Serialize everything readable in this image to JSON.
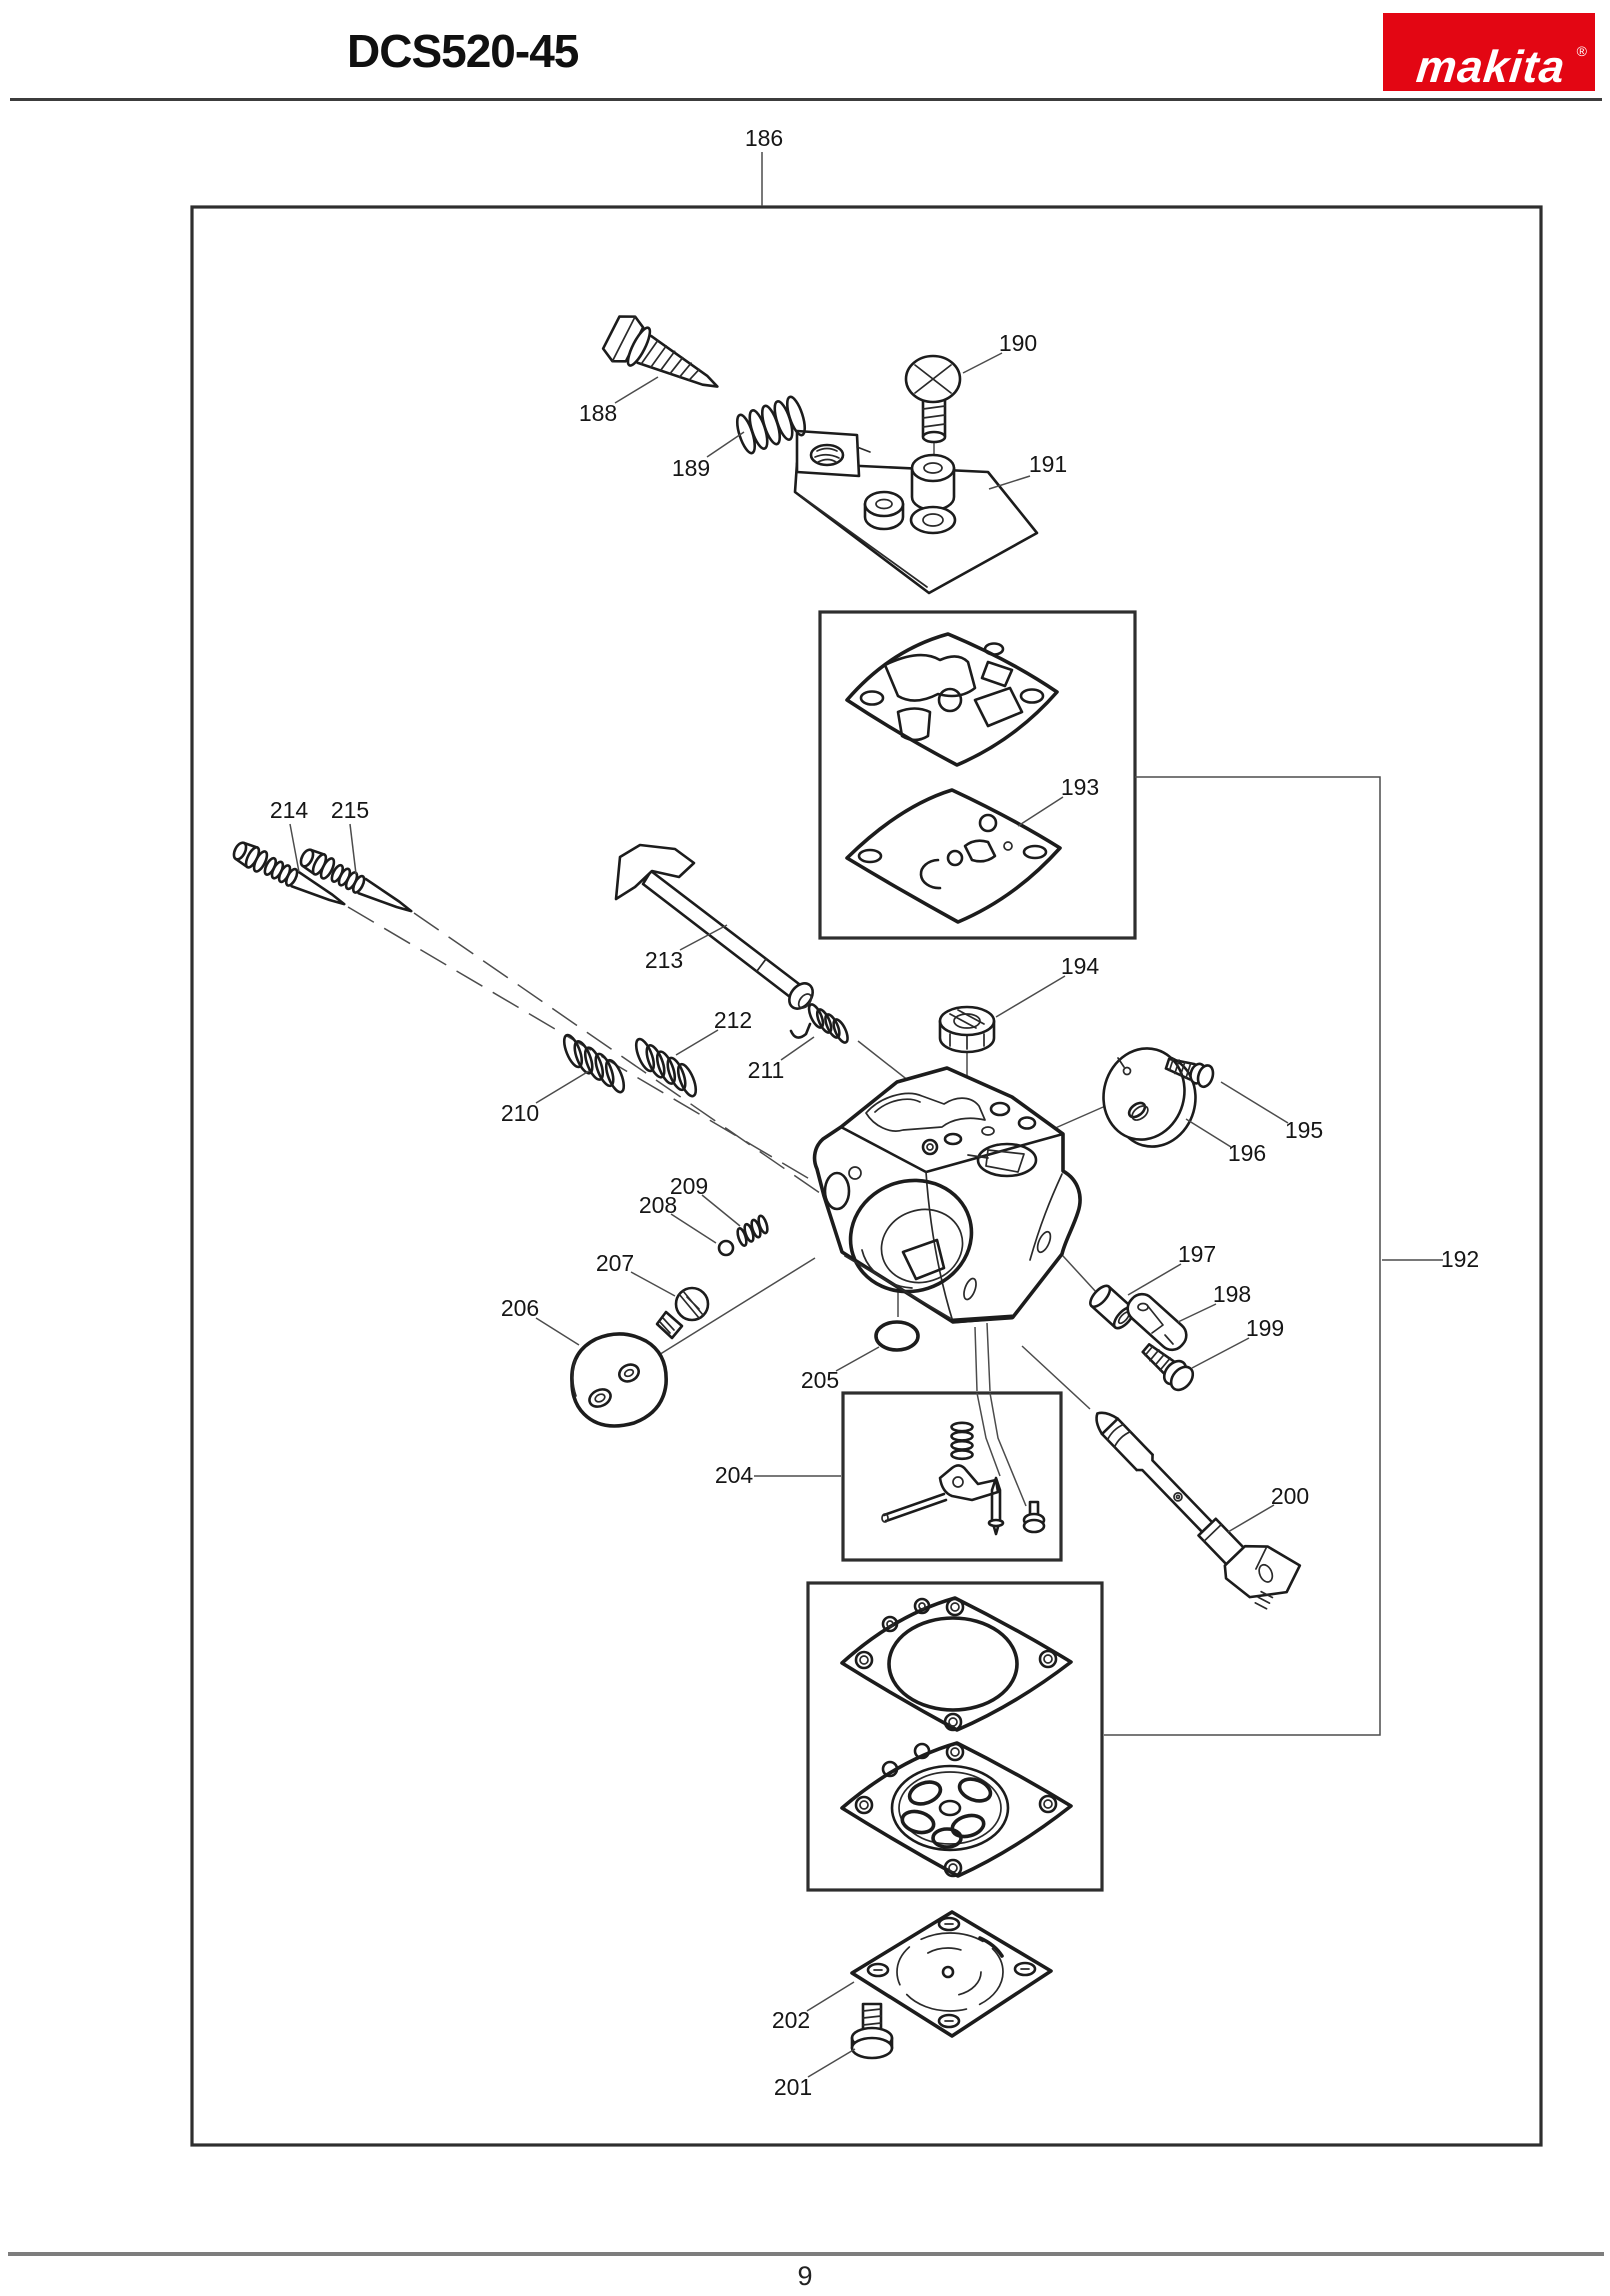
{
  "header": {
    "model": "DCS520-45",
    "brand": "makita",
    "brand_mark": "®"
  },
  "footer": {
    "page_number": "9"
  },
  "colors": {
    "brand_red": "#e30613",
    "ink": "#1c1c1c"
  },
  "diagram": {
    "description": "Carburetor exploded parts view",
    "parts": [
      {
        "id": "186",
        "label": "186"
      },
      {
        "id": "188",
        "label": "188"
      },
      {
        "id": "189",
        "label": "189"
      },
      {
        "id": "190",
        "label": "190"
      },
      {
        "id": "191",
        "label": "191"
      },
      {
        "id": "192",
        "label": "192"
      },
      {
        "id": "193",
        "label": "193"
      },
      {
        "id": "194",
        "label": "194"
      },
      {
        "id": "195",
        "label": "195"
      },
      {
        "id": "196",
        "label": "196"
      },
      {
        "id": "197",
        "label": "197"
      },
      {
        "id": "198",
        "label": "198"
      },
      {
        "id": "199",
        "label": "199"
      },
      {
        "id": "200",
        "label": "200"
      },
      {
        "id": "201",
        "label": "201"
      },
      {
        "id": "202",
        "label": "202"
      },
      {
        "id": "204",
        "label": "204"
      },
      {
        "id": "205",
        "label": "205"
      },
      {
        "id": "206",
        "label": "206"
      },
      {
        "id": "207",
        "label": "207"
      },
      {
        "id": "208",
        "label": "208"
      },
      {
        "id": "209",
        "label": "209"
      },
      {
        "id": "210",
        "label": "210"
      },
      {
        "id": "211",
        "label": "211"
      },
      {
        "id": "212",
        "label": "212"
      },
      {
        "id": "213",
        "label": "213"
      },
      {
        "id": "214",
        "label": "214"
      },
      {
        "id": "215",
        "label": "215"
      }
    ]
  }
}
